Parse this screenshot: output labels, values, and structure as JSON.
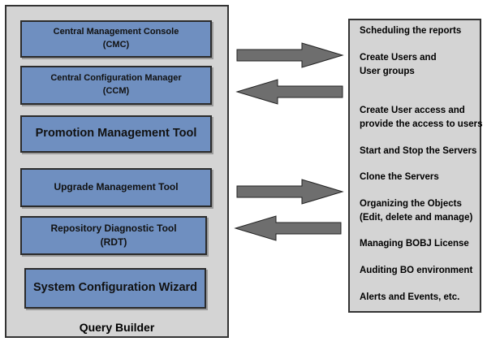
{
  "left_panel": {
    "tools": [
      {
        "lines": [
          "Central Management Console",
          "(CMC)"
        ]
      },
      {
        "lines": [
          "Central Configuration Manager",
          "(CCM)"
        ]
      },
      {
        "lines": [
          "Promotion Management Tool"
        ]
      },
      {
        "lines": [
          "Upgrade Management Tool"
        ]
      },
      {
        "lines": [
          "Repository Diagnostic Tool",
          "(RDT)"
        ]
      },
      {
        "lines": [
          "System Configuration Wizard"
        ]
      }
    ],
    "footer": "Query Builder"
  },
  "right_panel": {
    "functions": [
      {
        "lines": [
          "Scheduling the reports"
        ]
      },
      {
        "lines": [
          "Create Users and",
          "User groups"
        ]
      },
      {
        "lines": [
          "Create User access and",
          "provide the access to users"
        ]
      },
      {
        "lines": [
          "Start and Stop the Servers"
        ]
      },
      {
        "lines": [
          "Clone the Servers"
        ]
      },
      {
        "lines": [
          "Organizing the Objects",
          "(Edit, delete and manage)"
        ]
      },
      {
        "lines": [
          "Managing BOBJ License"
        ]
      },
      {
        "lines": [
          "Auditing BO environment"
        ]
      },
      {
        "lines": [
          "Alerts and Events, etc."
        ]
      }
    ]
  },
  "colors": {
    "panel_fill": "#d4d4d4",
    "tool_fill": "#6f8fc0",
    "arrow_fill": "#6e6e6e"
  },
  "arrows": [
    "right",
    "left",
    "right",
    "left"
  ]
}
